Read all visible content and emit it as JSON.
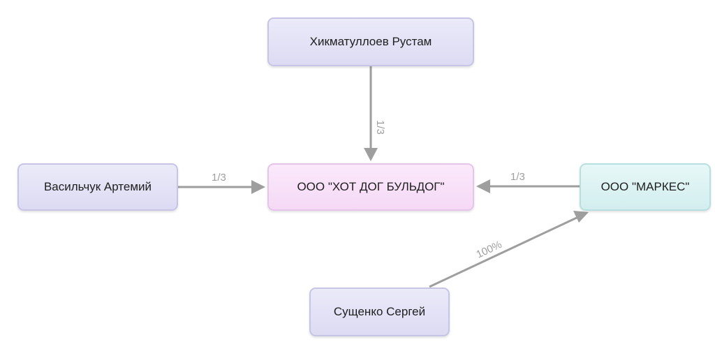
{
  "nodes": {
    "khikmatulloev": "Хикматуллоев Рустам",
    "company_main": "ООО \"ХОТ ДОГ БУЛЬДОГ\"",
    "vasilchuk": "Васильчук Артемий",
    "markes": "ООО \"МАРКЕС\"",
    "sushchenko": "Сущенко Сергей"
  },
  "edges": {
    "khikmatulloev_to_main": "1/3",
    "vasilchuk_to_main": "1/3",
    "markes_to_main": "1/3",
    "sushchenko_to_markes": "100%"
  },
  "colors": {
    "person_node": "#dddbf3",
    "main_company_node": "#f5d9f6",
    "side_company_node": "#d3eeef",
    "edge": "#9e9e9e"
  }
}
